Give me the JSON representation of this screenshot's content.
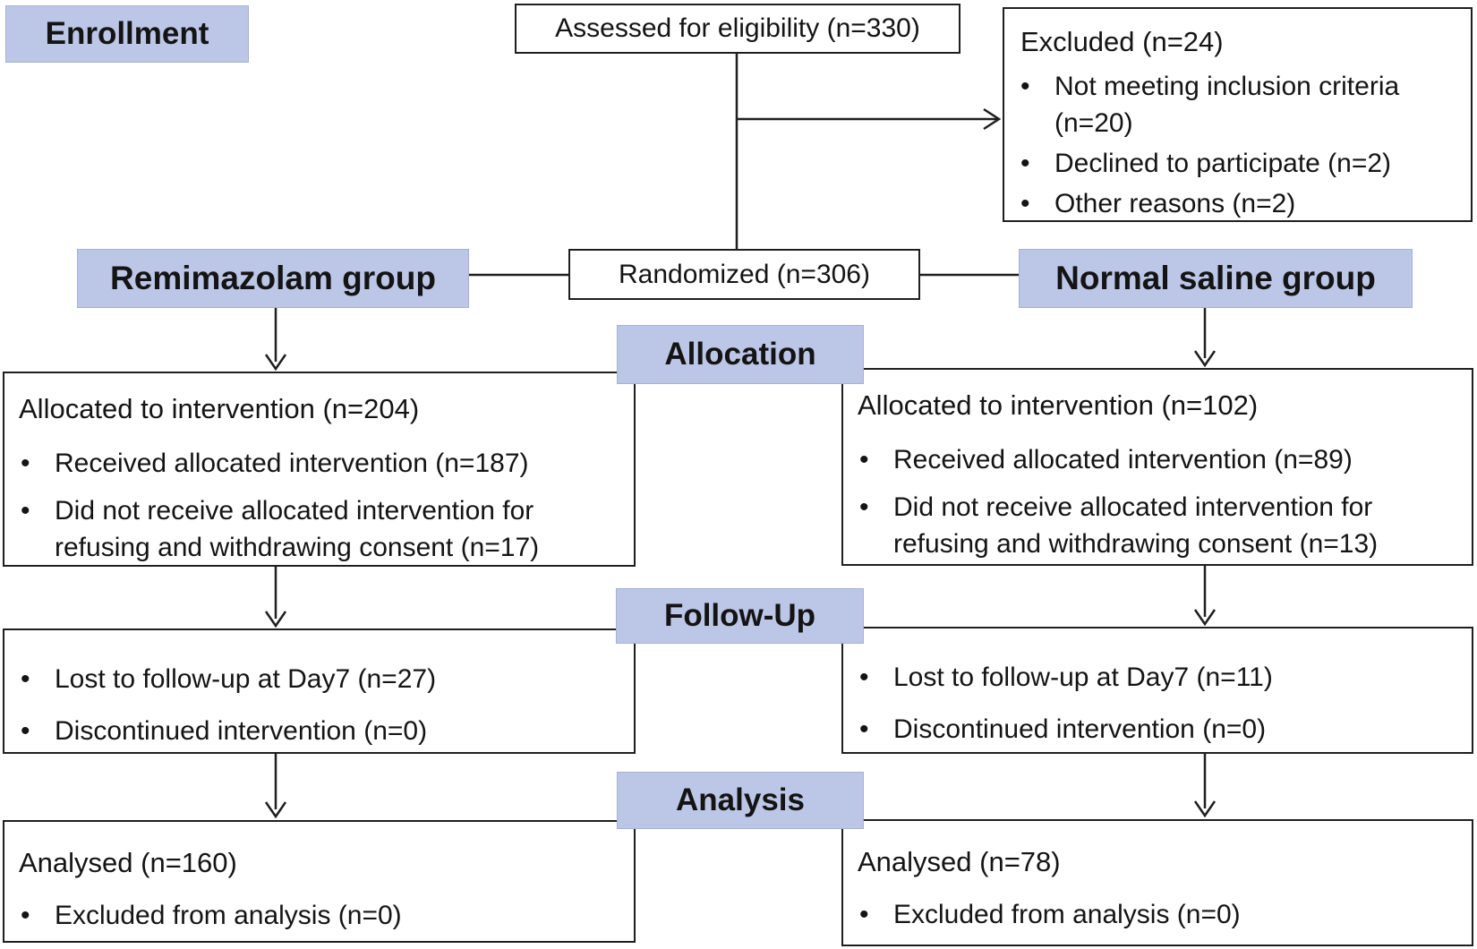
{
  "palette": {
    "label_bg": "#bcc6e6",
    "label_border": "#a6b1d6",
    "box_border": "#1f1f1f",
    "text": "#141414",
    "canvas_bg": "#ffffff"
  },
  "stages": {
    "enrollment": "Enrollment",
    "allocation": "Allocation",
    "follow_up": "Follow-Up",
    "analysis": "Analysis"
  },
  "enrollment_row": {
    "assessed": "Assessed for eligibility (n=330)",
    "randomized": "Randomized (n=306)",
    "excluded": {
      "title": "Excluded (n=24)",
      "bullets": [
        "Not meeting inclusion criteria\n(n=20)",
        "Declined to participate (n=2)",
        "Other reasons (n=2)"
      ]
    }
  },
  "groups": {
    "left": {
      "name": "Remimazolam group"
    },
    "right": {
      "name": "Normal saline group"
    }
  },
  "allocation_row": {
    "left": {
      "title": "Allocated to intervention (n=204)",
      "bullets": [
        "Received allocated intervention (n=187)",
        "Did not receive allocated intervention for\nrefusing and withdrawing consent (n=17)"
      ]
    },
    "right": {
      "title": "Allocated to intervention (n=102)",
      "bullets": [
        "Received allocated intervention (n=89)",
        "Did not receive allocated intervention for\nrefusing and withdrawing consent (n=13)"
      ]
    }
  },
  "follow_up_row": {
    "left": {
      "bullets": [
        "Lost to follow-up at Day7 (n=27)",
        "Discontinued intervention (n=0)"
      ]
    },
    "right": {
      "bullets": [
        "Lost to follow-up at Day7 (n=11)",
        "Discontinued intervention (n=0)"
      ]
    }
  },
  "analysis_row": {
    "left": {
      "title": "Analysed (n=160)",
      "bullets": [
        "Excluded from analysis (n=0)"
      ]
    },
    "right": {
      "title": "Analysed (n=78)",
      "bullets": [
        "Excluded from analysis (n=0)"
      ]
    }
  }
}
